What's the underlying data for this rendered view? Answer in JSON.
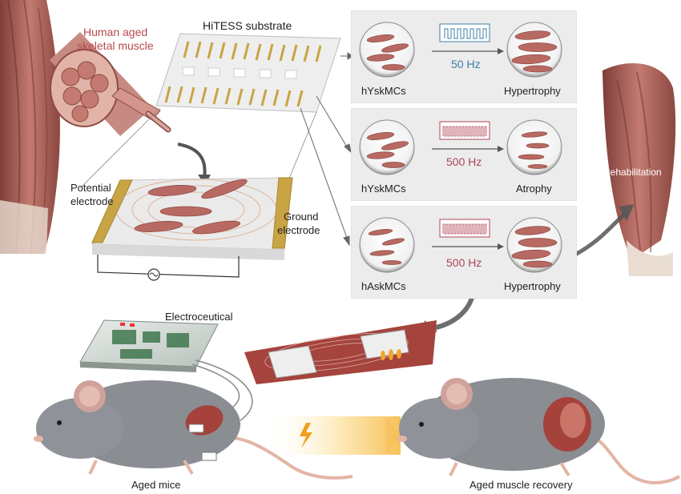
{
  "labels": {
    "human_muscle_line1": "Human aged",
    "human_muscle_line2": "skeletal muscle",
    "substrate": "HiTESS substrate",
    "potential_line1": "Potential",
    "potential_line2": "electrode",
    "ground_line1": "Ground",
    "ground_line2": "electrode",
    "rehabilitation": "Rehabilitation",
    "electroceutical": "Electroceutical",
    "aged_mice": "Aged mice",
    "aged_recovery": "Aged muscle recovery"
  },
  "panels": [
    {
      "frequency": "50 Hz",
      "from_cell": "hYskMCs",
      "to_cell": "Hypertrophy",
      "freq_color": "#3d7fa6"
    },
    {
      "frequency": "500 Hz",
      "from_cell": "hYskMCs",
      "to_cell": "Atrophy",
      "freq_color": "#b0445a"
    },
    {
      "frequency": "500 Hz",
      "from_cell": "hAskMCs",
      "to_cell": "Hypertrophy",
      "freq_color": "#b0445a"
    }
  ],
  "colors": {
    "muscle": "#b86a62",
    "muscle_dark": "#8e4a44",
    "electrode": "#c9a445",
    "panel_bg": "#ececec",
    "mouse": "#8a8d92",
    "lightning": "#f0a020"
  }
}
